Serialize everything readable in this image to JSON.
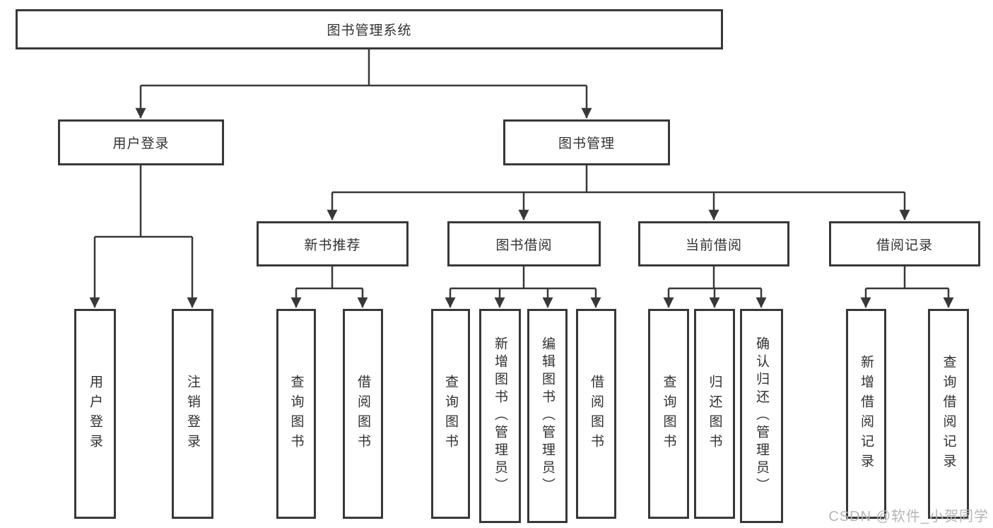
{
  "diagram": {
    "root": "图书管理系统",
    "level2": [
      "用户登录",
      "图书管理"
    ],
    "level3": [
      "新书推荐",
      "图书借阅",
      "当前借阅",
      "借阅记录"
    ],
    "leaves": {
      "user_login": [
        "用户登录",
        "注销登录"
      ],
      "new_book": [
        "查询图书",
        "借阅图书"
      ],
      "book_borrow": [
        "查询图书",
        "新增图书（管理员）",
        "编辑图书（管理员）",
        "借阅图书"
      ],
      "current_borrow": [
        "查询图书",
        "归还图书",
        "确认归还（管理员）"
      ],
      "borrow_record": [
        "新增借阅记录",
        "查询借阅记录"
      ]
    }
  },
  "watermark": {
    "text": "CSDN @软件_小贺同学"
  },
  "colors": {
    "box_border": "#383838",
    "connector_line": "#383838",
    "node_text": "#313131",
    "watermark_text": "#b5b5b5",
    "background": "#ffffff"
  }
}
